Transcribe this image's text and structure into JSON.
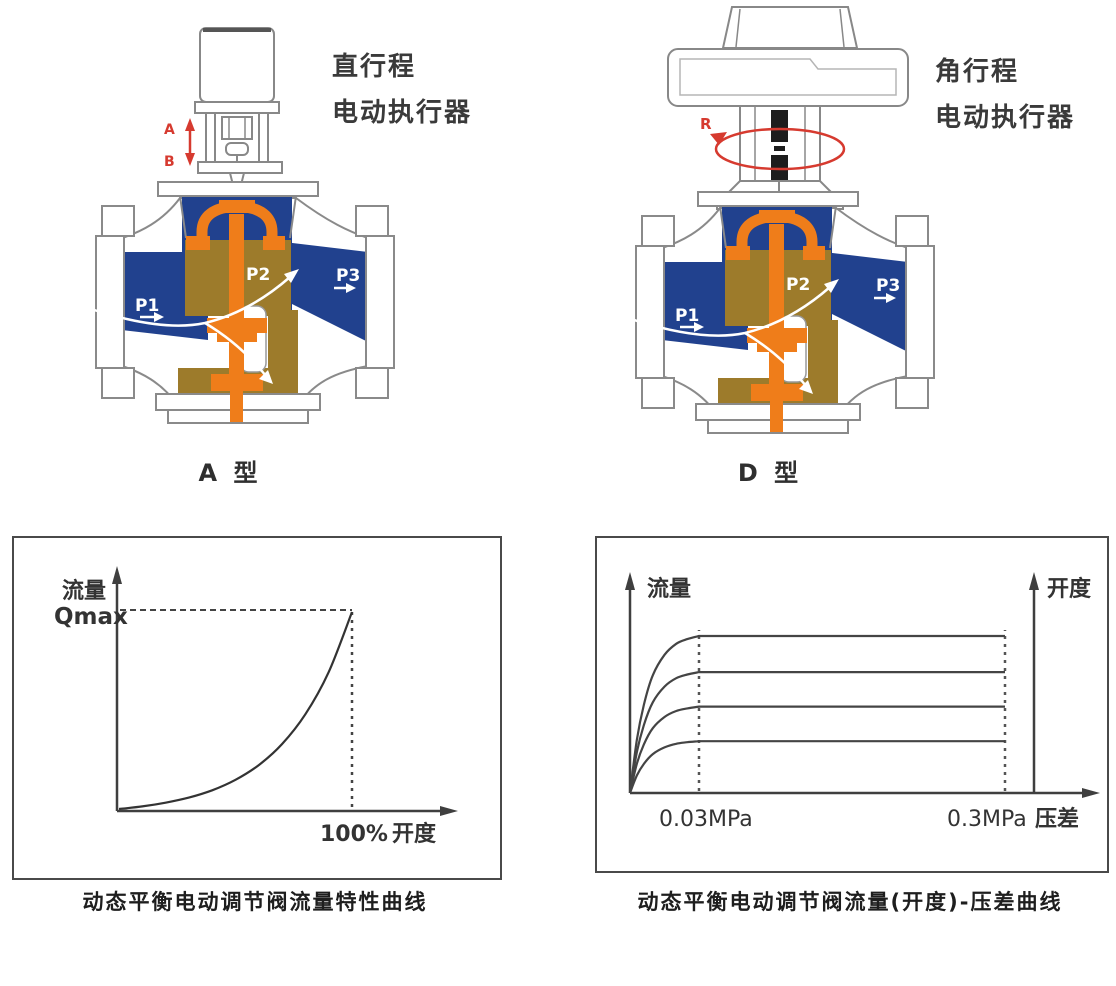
{
  "valves": {
    "left": {
      "actuator_type_line1": "直行程",
      "actuator_type_line2": "电动执行器",
      "model_label": "A 型",
      "stroke_arrow_labels": {
        "up": "A",
        "down": "B"
      },
      "port_labels": [
        "P1",
        "P2",
        "P3"
      ]
    },
    "right": {
      "actuator_type_line1": "角行程",
      "actuator_type_line2": "电动执行器",
      "model_label": "D 型",
      "rotation_arrow_label": "R",
      "port_labels": [
        "P1",
        "P2",
        "P3"
      ]
    }
  },
  "colors": {
    "flow_channel_blue": "#21418e",
    "valve_body_khaki": "#9d7b2b",
    "stem_orange": "#ef7d1a",
    "annotation_red": "#d63a2f",
    "outline_gray": "#8a8a8a",
    "chart_line_gray": "#3f3f3f"
  },
  "chart_data": [
    {
      "type": "line",
      "title": "动态平衡电动调节阀流量特性曲线",
      "xlabel": "开度",
      "ylabel": "流量",
      "x_tick_labels": [
        "100%"
      ],
      "annotations": [
        "Qmax"
      ],
      "xlim": [
        0,
        100
      ],
      "ylim": [
        0,
        100
      ],
      "grid": false,
      "legend": false,
      "reference_lines": [
        {
          "type": "horizontal-dashed",
          "y": 100,
          "label": "Qmax"
        },
        {
          "type": "vertical-dashed",
          "x": 100,
          "label": "100%"
        }
      ],
      "series": [
        {
          "x": [
            0,
            10,
            20,
            30,
            40,
            50,
            60,
            70,
            80,
            90,
            100
          ],
          "y": [
            0,
            1.3,
            3.2,
            5.8,
            9.5,
            14.8,
            22.3,
            33,
            48.1,
            69.5,
            100
          ]
        }
      ]
    },
    {
      "type": "line",
      "title": "动态平衡电动调节阀流量(开度)-压差曲线",
      "xlabel": "压差",
      "ylabel_left": "流量",
      "ylabel_right": "开度",
      "x_tick_labels": [
        "0.03MPa",
        "0.3MPa"
      ],
      "grid": false,
      "legend": false,
      "reference_lines": [
        {
          "type": "vertical-dotted",
          "x_label": "0.03MPa"
        },
        {
          "type": "vertical-dotted",
          "x_label": "0.3MPa"
        }
      ],
      "series_plateaus": [
        100,
        77,
        55,
        33
      ],
      "rise_shape_u": [
        0,
        0.1,
        0.2,
        0.33,
        0.5,
        0.67,
        0.83,
        1
      ],
      "rise_shape_f": [
        0,
        0.34,
        0.56,
        0.75,
        0.88,
        0.95,
        0.98,
        1
      ],
      "plateau_span_labels": [
        "0.03MPa",
        "0.3MPa"
      ]
    }
  ]
}
